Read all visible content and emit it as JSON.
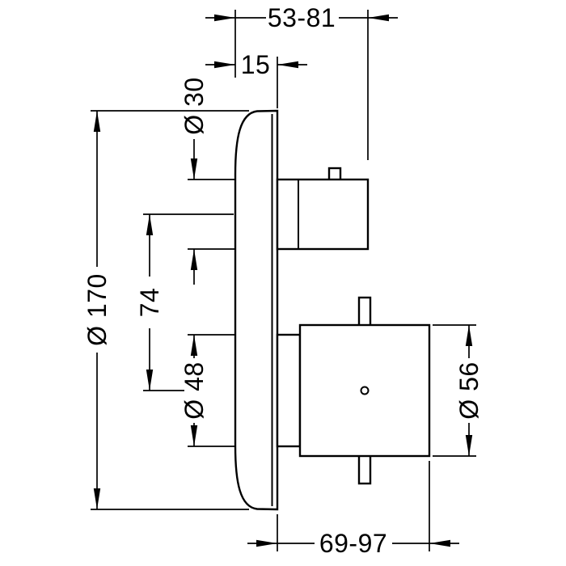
{
  "drawing": {
    "background_color": "#ffffff",
    "line_color": "#000000"
  },
  "dimensions": {
    "handle_projection": "53-81",
    "plate_depth": "15",
    "handle_diameter": "Ø 30",
    "plate_diameter": "Ø 170",
    "handle_knob_center_distance": "74",
    "sleeve_diameter": "Ø 48",
    "knob_diameter": "Ø 56",
    "knob_projection": "69-97"
  }
}
